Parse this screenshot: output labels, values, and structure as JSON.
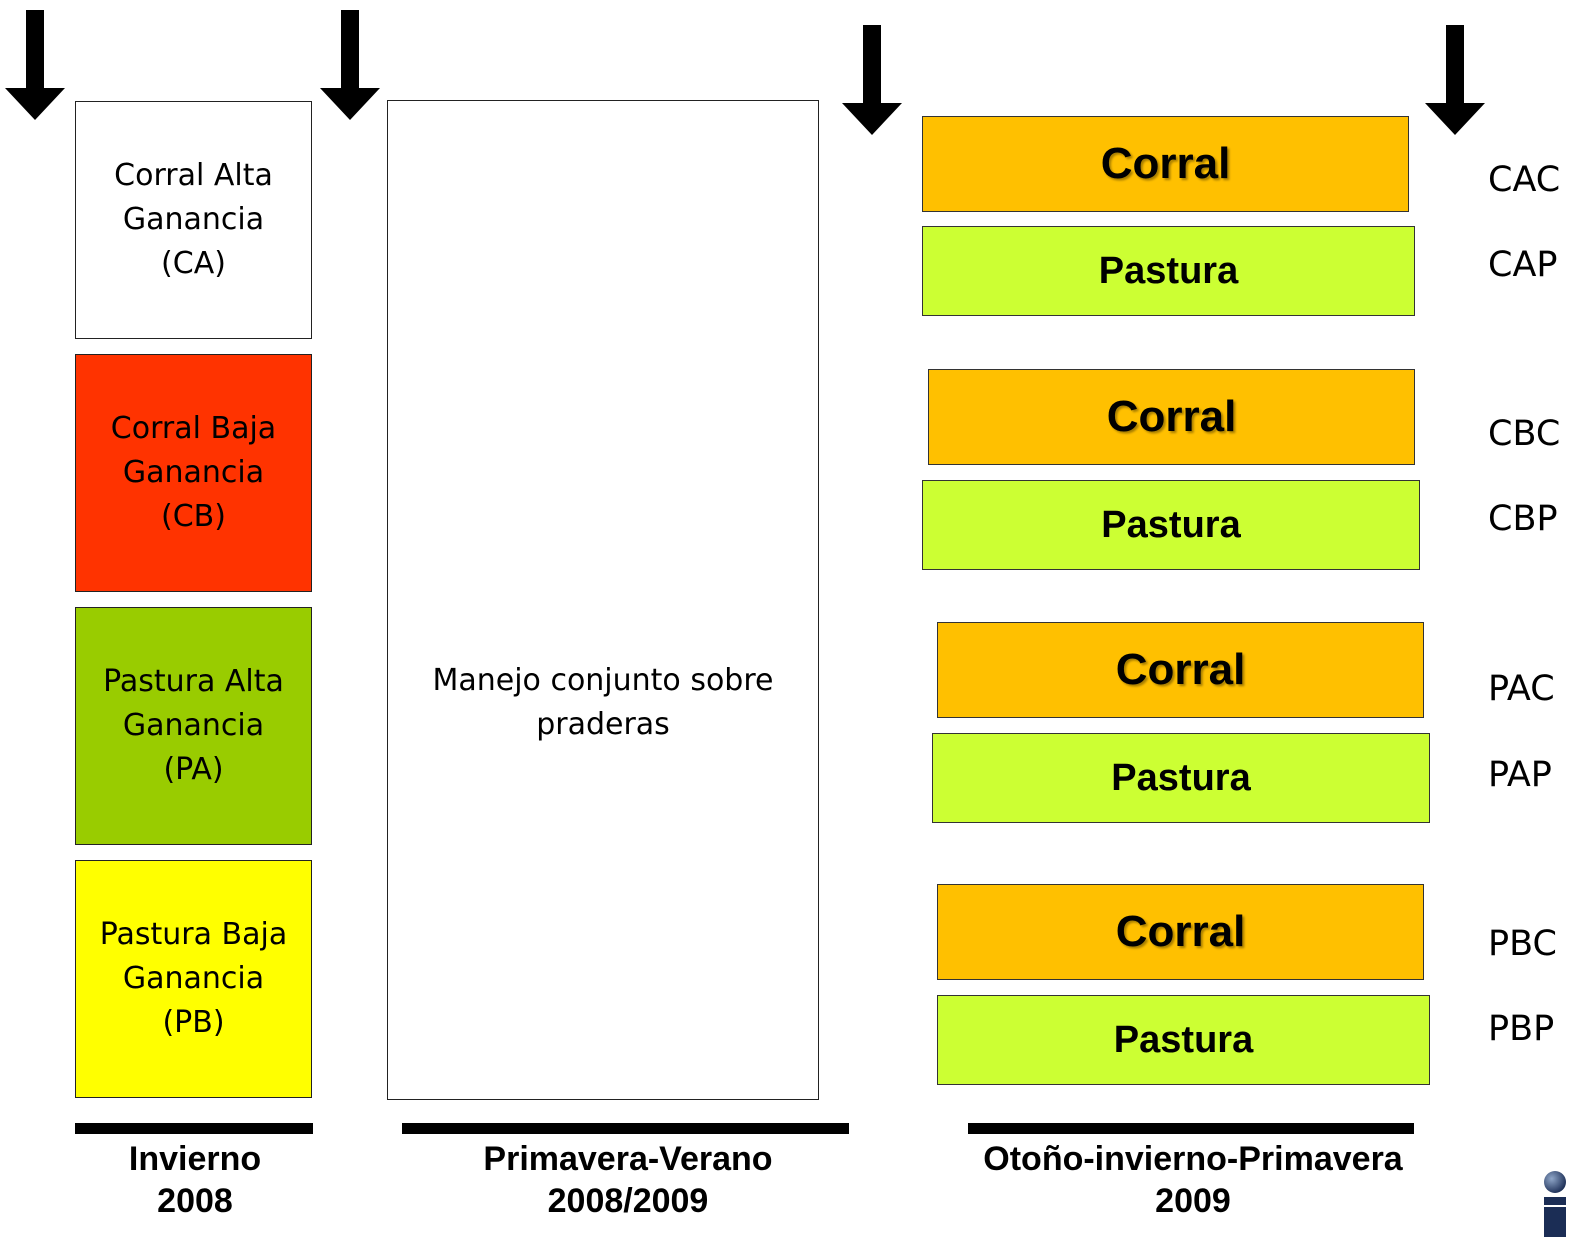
{
  "left_boxes": [
    {
      "lines": [
        "Corral Alta",
        "Ganancia",
        "(CA)"
      ],
      "fill": "#ffffff"
    },
    {
      "lines": [
        "Corral Baja",
        "Ganancia",
        "(CB)"
      ],
      "fill": "#ff3300"
    },
    {
      "lines": [
        "Pastura Alta",
        "Ganancia",
        "(PA)"
      ],
      "fill": "#99cc00"
    },
    {
      "lines": [
        "Pastura Baja",
        "Ganancia",
        "(PB)"
      ],
      "fill": "#ffff00"
    }
  ],
  "middle_box": {
    "lines": [
      "Manejo conjunto sobre",
      "praderas"
    ]
  },
  "right_boxes": {
    "corral_label": "Corral",
    "pastura_label": "Pastura",
    "colors": {
      "corral": "#ffc000",
      "pastura": "#ccff33"
    }
  },
  "codes": [
    "CAC",
    "CAP",
    "CBC",
    "CBP",
    "PAC",
    "PAP",
    "PBC",
    "PBP"
  ],
  "periods": [
    {
      "line1": "Invierno",
      "line2": "2008"
    },
    {
      "line1": "Primavera-Verano",
      "line2": "2008/2009"
    },
    {
      "line1": "Otoño-invierno-Primavera",
      "line2": "2009"
    }
  ],
  "icons": [
    "down-arrow-icon",
    "institution-logo-icon"
  ]
}
